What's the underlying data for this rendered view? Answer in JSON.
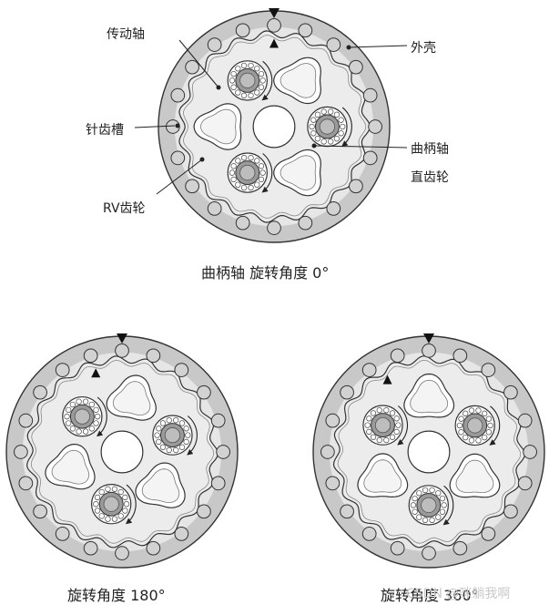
{
  "labels": {
    "drive_shaft": "传动轴",
    "housing": "外壳",
    "pin_groove": "针齿槽",
    "crankshaft": "曲柄轴",
    "spur_gear": "直齿轮",
    "rv_gear": "RV齿轮"
  },
  "captions": {
    "deg0": "曲柄轴 旋转角度 0°",
    "deg180": "旋转角度 180°",
    "deg360": "旋转角度 360°"
  },
  "watermark": "CSDN @咪躺我啊",
  "colors": {
    "housing": "#c8c8c8",
    "outline": "#333333",
    "gear_fill": "#ececec",
    "pin_fill": "#d2d2d2",
    "bearing_fill": "#9a9a9a"
  }
}
